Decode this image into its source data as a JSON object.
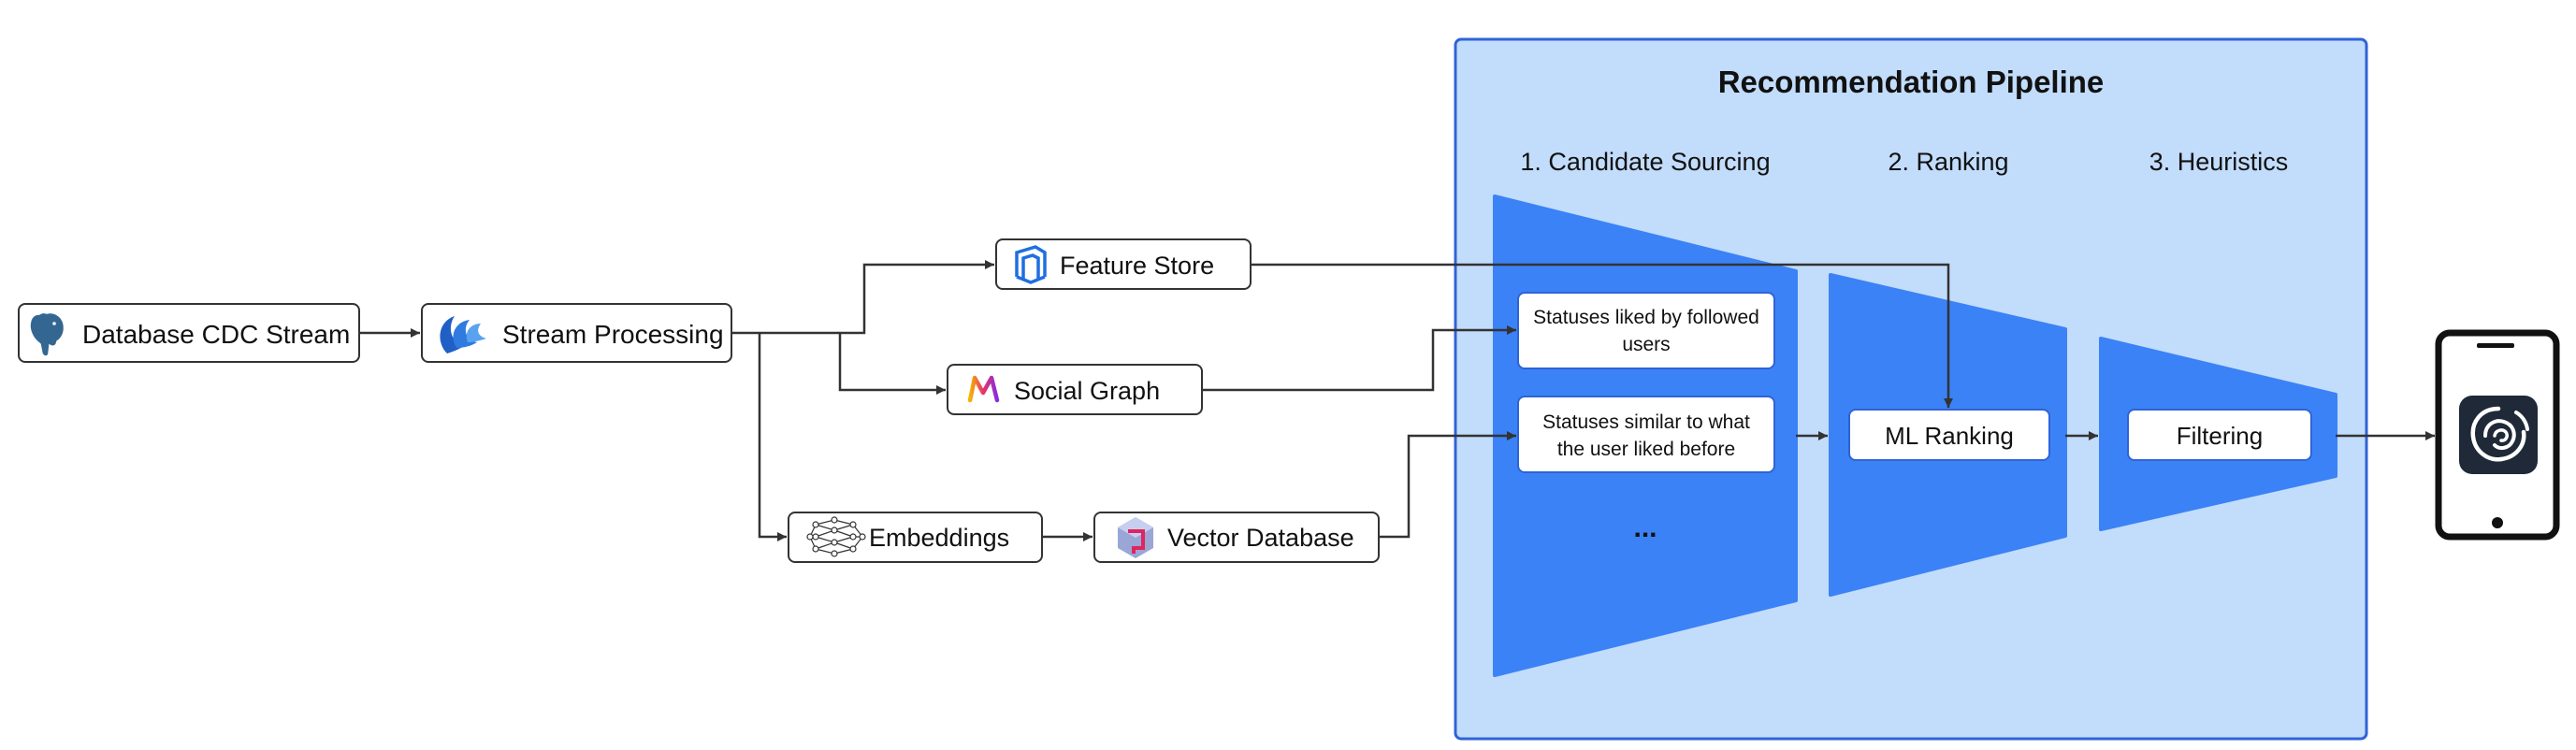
{
  "pipeline": {
    "title": "Recommendation Pipeline",
    "stages": [
      {
        "label": "1. Candidate Sourcing"
      },
      {
        "label": "2. Ranking"
      },
      {
        "label": "3. Heuristics"
      }
    ],
    "candidates": [
      {
        "line1": "Statuses liked by followed",
        "line2": "users"
      },
      {
        "line1": "Statuses similar to what",
        "line2": "the user liked before"
      }
    ],
    "more": "...",
    "ranking_box": "ML Ranking",
    "filtering_box": "Filtering"
  },
  "nodes": {
    "cdc": {
      "label": "Database CDC Stream",
      "icon": "postgres-elephant-icon"
    },
    "stream": {
      "label": "Stream Processing",
      "icon": "wave-icon"
    },
    "feature_store": {
      "label": "Feature Store",
      "icon": "feature-store-icon"
    },
    "social_graph": {
      "label": "Social Graph",
      "icon": "graph-m-icon"
    },
    "embeddings": {
      "label": "Embeddings",
      "icon": "neural-network-icon"
    },
    "vector_db": {
      "label": "Vector Database",
      "icon": "vector-db-icon"
    }
  },
  "client": {
    "icon": "mastodon-app-icon"
  },
  "colors": {
    "panel_fill": "#c2dcfb",
    "panel_border": "#2f63d6",
    "funnel": "#3b82f6",
    "line": "#333333",
    "app_icon_bg": "#1f2937"
  }
}
